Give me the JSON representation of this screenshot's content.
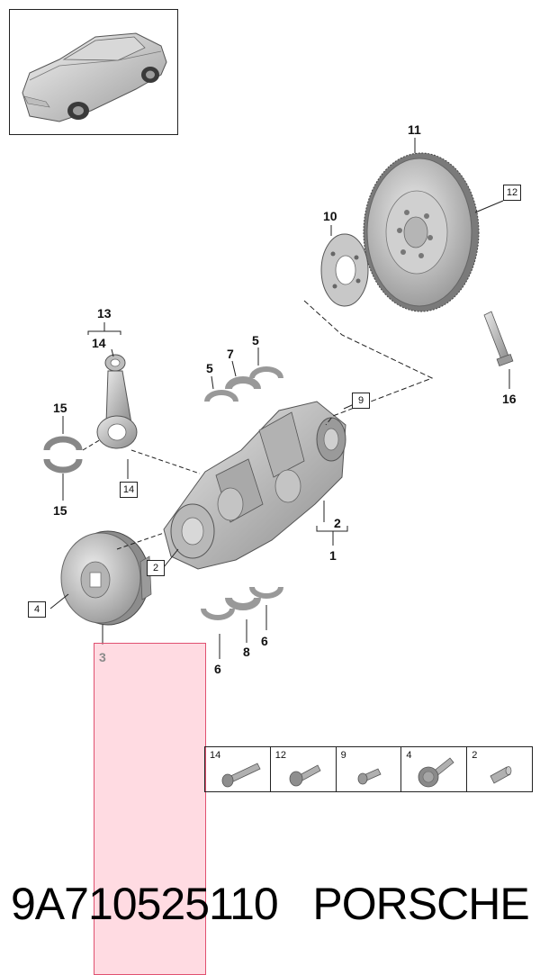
{
  "thumbnail": {
    "icon": "car-icon"
  },
  "callouts": {
    "c1": "1",
    "c2": "2",
    "c3": "3",
    "c5a": "5",
    "c5b": "5",
    "c6a": "6",
    "c6b": "6",
    "c7": "7",
    "c8": "8",
    "c10": "10",
    "c11": "11",
    "c13": "13",
    "c14": "14",
    "c15a": "15",
    "c15b": "15",
    "c16": "16"
  },
  "boxed_callouts": {
    "b2": "2",
    "b4": "4",
    "b9": "9",
    "b12": "12",
    "b14": "14"
  },
  "highlight": {
    "label": "3",
    "color": "#ffaab9"
  },
  "fastener_table": [
    {
      "number": "14",
      "icon": "long-bolt-icon"
    },
    {
      "number": "12",
      "icon": "flange-bolt-icon"
    },
    {
      "number": "9",
      "icon": "short-bolt-icon"
    },
    {
      "number": "4",
      "icon": "hex-bolt-icon"
    },
    {
      "number": "2",
      "icon": "dowel-pin-icon"
    }
  ],
  "footer": {
    "part_number": "9A710525110",
    "brand": "PORSCHE"
  }
}
